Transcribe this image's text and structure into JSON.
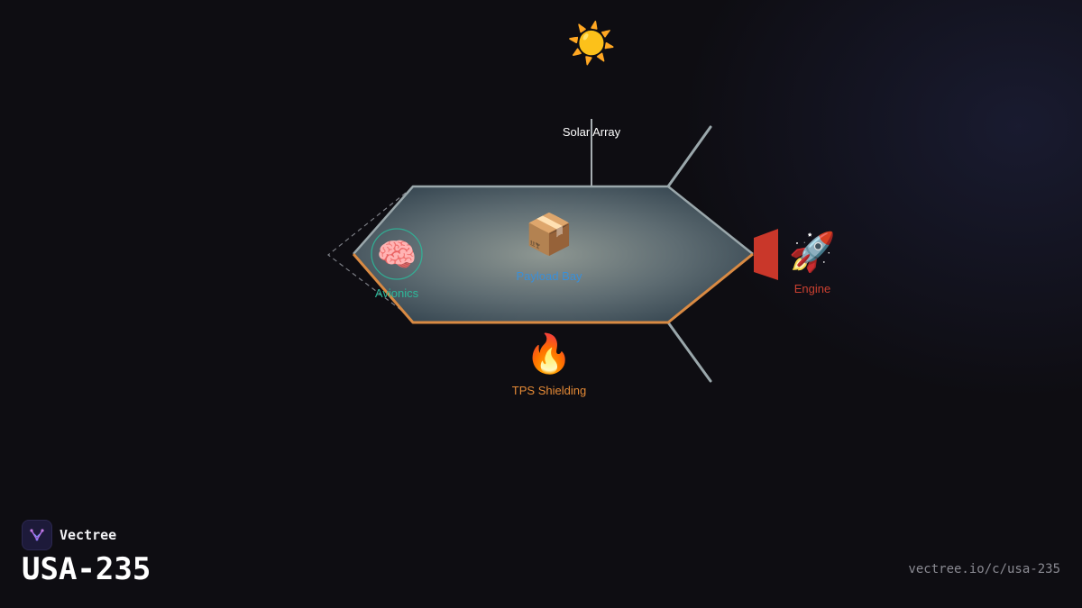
{
  "diagram": {
    "components": {
      "solar_array": {
        "label": "Solar Array",
        "icon": "sun-icon",
        "glyph": "☀️",
        "color": "#ffffff"
      },
      "payload_bay": {
        "label": "Payload Bay",
        "icon": "package-icon",
        "glyph": "📦",
        "color": "#3a8fd8"
      },
      "avionics": {
        "label": "Avionics",
        "icon": "brain-icon",
        "glyph": "🧠",
        "color": "#2db99a"
      },
      "engine": {
        "label": "Engine",
        "icon": "rocket-icon",
        "glyph": "🚀",
        "color": "#c94030"
      },
      "tps_shielding": {
        "label": "TPS Shielding",
        "icon": "fire-icon",
        "glyph": "🔥",
        "color": "#e58a36"
      }
    },
    "colors": {
      "hull_outline": "#9aa7ab",
      "hull_underside": "#d98a43",
      "engine_nozzle": "#c9372a",
      "avionics_ring": "#2db99a",
      "background": "#0e0d12"
    }
  },
  "footer": {
    "brand_name": "Vectree",
    "brand_icon": "vectree-logo-icon",
    "vehicle_id": "USA-235",
    "url": "vectree.io/c/usa-235"
  }
}
